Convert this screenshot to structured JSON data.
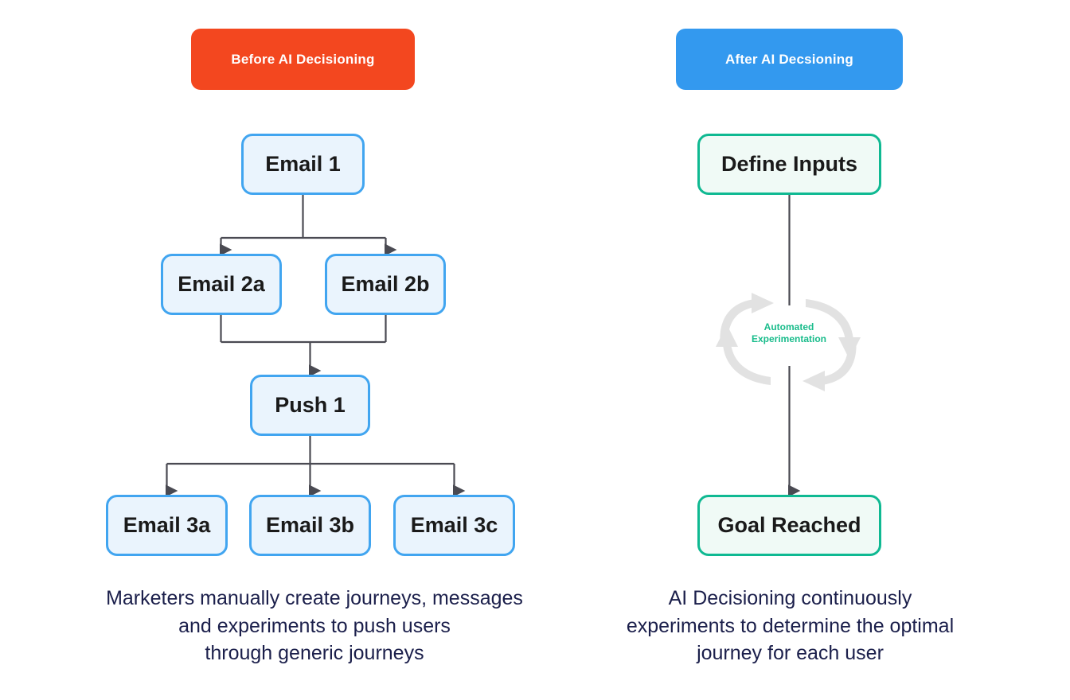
{
  "diagram": {
    "title": "Before and After AI Decisioning comparison",
    "colors": {
      "before_badge_bg": "#f3471f",
      "after_badge_bg": "#3399ef",
      "node_blue_border": "#41a5f0",
      "node_blue_fill": "#eaf4fd",
      "node_green_border": "#0fb992",
      "node_green_fill": "#f0faf6",
      "connector_line": "#4a4a52",
      "loop_arrow": "#e2e2e2",
      "loop_text": "#19bc8b",
      "caption_text": "#1b1f4b"
    }
  },
  "left_panel": {
    "badge_label": "Before AI Decisioning",
    "nodes": [
      {
        "id": "email1",
        "label": "Email 1"
      },
      {
        "id": "email2a",
        "label": "Email 2a"
      },
      {
        "id": "email2b",
        "label": "Email 2b"
      },
      {
        "id": "push1",
        "label": "Push 1"
      },
      {
        "id": "email3a",
        "label": "Email 3a"
      },
      {
        "id": "email3b",
        "label": "Email 3b"
      },
      {
        "id": "email3c",
        "label": "Email 3c"
      }
    ],
    "caption_lines": [
      "Marketers manually create journeys, messages",
      "and experiments to push users",
      "through generic journeys"
    ]
  },
  "right_panel": {
    "badge_label": "After AI Decsioning",
    "nodes": [
      {
        "id": "define",
        "label": "Define Inputs"
      },
      {
        "id": "goal",
        "label": "Goal Reached"
      }
    ],
    "loop_label_lines": [
      "Automated",
      "Experimentation"
    ],
    "caption_lines": [
      "AI Decisioning continuously",
      "experiments to determine the optimal",
      "journey for each user"
    ]
  }
}
